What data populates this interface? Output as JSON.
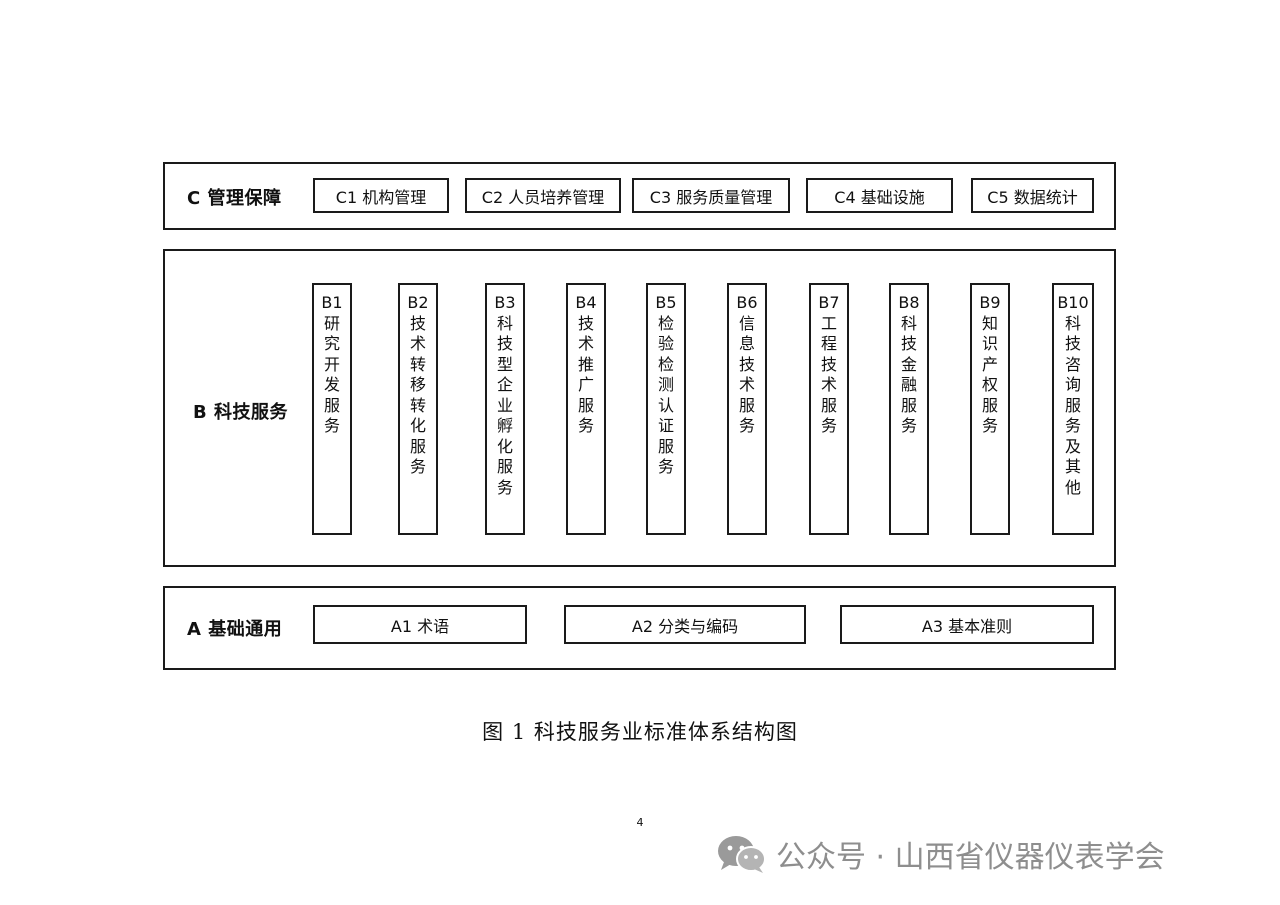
{
  "layers": {
    "c": {
      "title": "C 管理保障",
      "items": [
        "C1 机构管理",
        "C2 人员培养管理",
        "C3 服务质量管理",
        "C4 基础设施",
        "C5 数据统计"
      ]
    },
    "b": {
      "title": "B 科技服务",
      "items": [
        {
          "code": "B1",
          "name": "研究开发服务"
        },
        {
          "code": "B2",
          "name": "技术转移转化服务"
        },
        {
          "code": "B3",
          "name": "科技型企业孵化服务"
        },
        {
          "code": "B4",
          "name": "技术推广服务"
        },
        {
          "code": "B5",
          "name": "检验检测认证服务"
        },
        {
          "code": "B6",
          "name": "信息技术服务"
        },
        {
          "code": "B7",
          "name": "工程技术服务"
        },
        {
          "code": "B8",
          "name": "科技金融服务"
        },
        {
          "code": "B9",
          "name": "知识产权服务"
        },
        {
          "code": "B10",
          "name": "科技咨询服务及其他"
        }
      ]
    },
    "a": {
      "title": "A  基础通用",
      "items": [
        "A1 术语",
        "A2 分类与编码",
        "A3 基本准则"
      ]
    }
  },
  "caption": "图 1    科技服务业标准体系结构图",
  "page_number": "4",
  "watermark": {
    "text": "公众号 · 山西省仪器仪表学会",
    "icon": "wechat-icon"
  },
  "colors": {
    "border": "#1a1a1a",
    "watermark": "#8e8e8e"
  }
}
